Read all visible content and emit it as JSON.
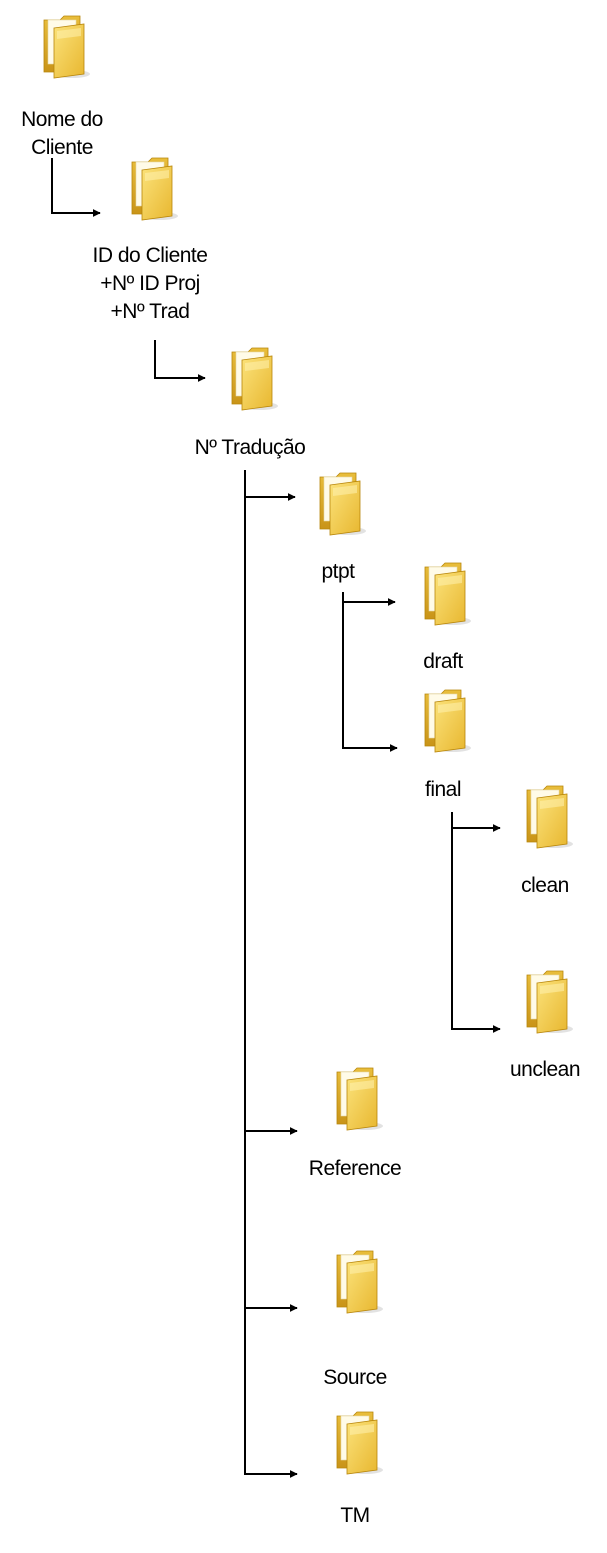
{
  "folders": [
    {
      "id": "nome-do-cliente",
      "label_lines": [
        "Nome do",
        "Cliente"
      ]
    },
    {
      "id": "id-do-cliente",
      "label_lines": [
        "ID do Cliente",
        "+Nº ID Proj",
        "+Nº Trad"
      ]
    },
    {
      "id": "n-traducao",
      "label_lines": [
        "Nº Tradução"
      ]
    },
    {
      "id": "ptpt",
      "label_lines": [
        "ptpt"
      ]
    },
    {
      "id": "draft",
      "label_lines": [
        "draft"
      ]
    },
    {
      "id": "final",
      "label_lines": [
        "final"
      ]
    },
    {
      "id": "clean",
      "label_lines": [
        "clean"
      ]
    },
    {
      "id": "unclean",
      "label_lines": [
        "unclean"
      ]
    },
    {
      "id": "reference",
      "label_lines": [
        "Reference"
      ]
    },
    {
      "id": "source",
      "label_lines": [
        "Source"
      ]
    },
    {
      "id": "tm",
      "label_lines": [
        "TM"
      ]
    }
  ],
  "connections": [
    {
      "from": "nome-do-cliente",
      "to": "id-do-cliente"
    },
    {
      "from": "id-do-cliente",
      "to": "n-traducao"
    },
    {
      "from": "n-traducao",
      "to": "ptpt"
    },
    {
      "from": "ptpt",
      "to": "draft"
    },
    {
      "from": "ptpt",
      "to": "final"
    },
    {
      "from": "final",
      "to": "clean"
    },
    {
      "from": "final",
      "to": "unclean"
    },
    {
      "from": "n-traducao",
      "to": "reference"
    },
    {
      "from": "n-traducao",
      "to": "source"
    },
    {
      "from": "n-traducao",
      "to": "tm"
    }
  ],
  "colors": {
    "folder_front": "#f2c94c",
    "folder_back": "#d9a520",
    "folder_edge": "#b8860b",
    "connector": "#000000"
  }
}
